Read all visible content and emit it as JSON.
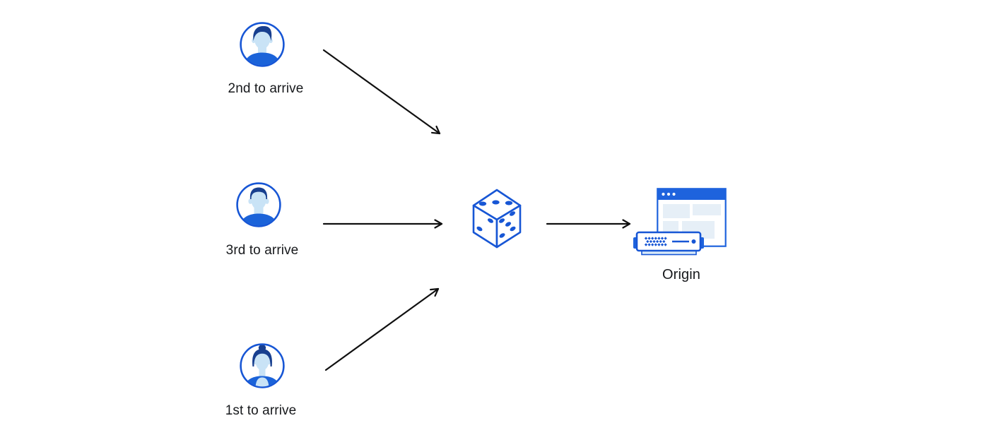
{
  "diagram": {
    "description": "Three clients arrive and are routed through a random picker (dice) to an origin server"
  },
  "nodes": {
    "second": {
      "label": "2nd to arrive",
      "icon": "male-avatar-icon"
    },
    "third": {
      "label": "3rd to arrive",
      "icon": "male-avatar-icon"
    },
    "first": {
      "label": "1st to arrive",
      "icon": "female-avatar-icon"
    },
    "dice": {
      "icon": "dice-icon",
      "pips_top_face": 3,
      "pips_left_face": 2,
      "pips_right_face": 5
    },
    "origin": {
      "label": "Origin",
      "icon": "origin-server-icon"
    }
  },
  "edges": [
    {
      "from": "2nd to arrive",
      "to": "dice"
    },
    {
      "from": "3rd to arrive",
      "to": "dice"
    },
    {
      "from": "1st to arrive",
      "to": "dice"
    },
    {
      "from": "dice",
      "to": "Origin"
    }
  ],
  "colors": {
    "--c-blue": "#1756d5",
    "--c-titlebar": "#1e63dd",
    "--c-shirt": "#1b63d9",
    "--c-hair": "#183f8f",
    "--c-skin": "#c9e3f6",
    "--c-block": "#e6eff7",
    "--c-shadow": "#d9eaf8",
    "--c-arrow": "#101010",
    "--c-text": "#17191c",
    "--c-bg": "#ffffff"
  }
}
